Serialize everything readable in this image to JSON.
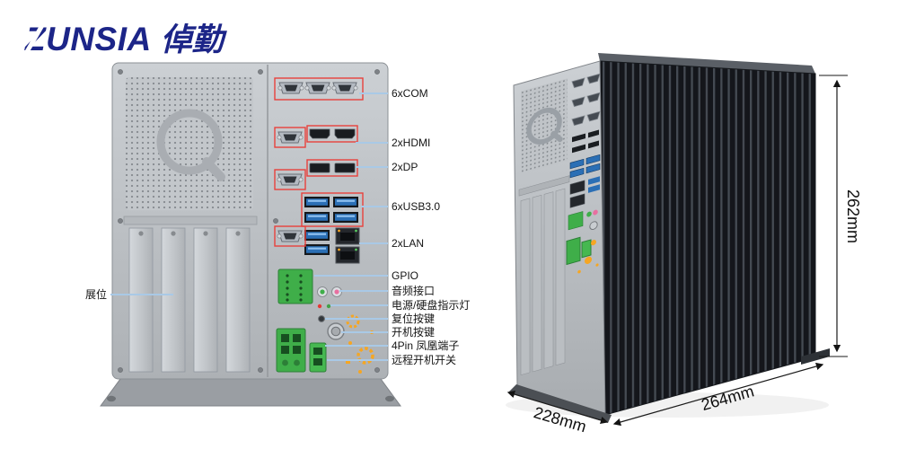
{
  "logo": {
    "text_en": "ZUNSIA",
    "text_cn": "倬勤"
  },
  "front_view": {
    "expansion_callout": "展位",
    "callouts": [
      "6xCOM",
      "2xHDMI",
      "2xDP",
      "6xUSB3.0",
      "2xLAN",
      "GPIO",
      "音频接口",
      "电源/硬盘指示灯",
      "复位按键",
      "开机按键",
      "4Pin 凤凰端子",
      "远程开机开关"
    ]
  },
  "iso_view": {
    "height": "262mm",
    "depth": "228mm",
    "width": "264mm"
  },
  "colors": {
    "logo_blue": "#1c2588",
    "annotation_red": "#e8413c",
    "callout_line_blue": "#a9c9e6",
    "phoenix_green": "#3fae49",
    "usb_blue": "#2b6fb5",
    "decor_orange": "#f5a623",
    "chassis_gray": "#b8bcc0",
    "heatsink_black": "#14161b"
  }
}
